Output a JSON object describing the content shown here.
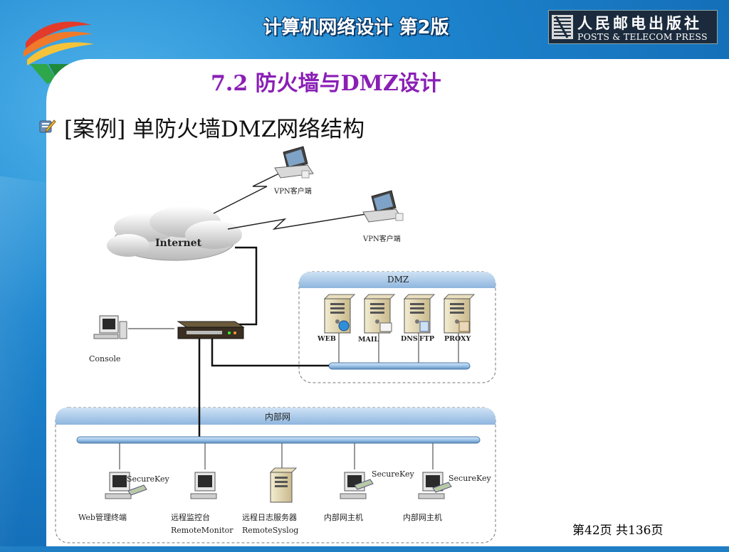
{
  "header": {
    "book_title": "计算机网络设计  第2版",
    "publisher_cn": "人民邮电出版社",
    "publisher_en": "POSTS & TELECOM PRESS"
  },
  "slide": {
    "section_title": "7.2  防火墙与DMZ设计",
    "case_label": "[案例]  单防火墙DMZ网络结构"
  },
  "diagram": {
    "internet_label": "Internet",
    "vpn_client_1": "VPN客户端",
    "vpn_client_2": "VPN客户端",
    "console_label": "Console",
    "dmz_label": "DMZ",
    "dmz_servers": [
      "WEB",
      "MAIL",
      "DNS",
      "FTP",
      "PROXY"
    ],
    "internal_label": "内部网",
    "internal_nodes": [
      {
        "line1": "Web管理终端",
        "line2": ""
      },
      {
        "line1": "远程监控台",
        "line2": "RemoteMonitor"
      },
      {
        "line1": "远程日志服务器",
        "line2": "RemoteSyslog"
      },
      {
        "line1": "内部网主机",
        "line2": ""
      },
      {
        "line1": "内部网主机",
        "line2": ""
      }
    ],
    "securekey_1": "SecureKey",
    "securekey_2": "SecureKey",
    "securekey_3": "SecureKey"
  },
  "footer": {
    "page_info": "第42页 共136页"
  },
  "colors": {
    "section_title": "#8a1fb5",
    "background_blue": "#1e86cf",
    "bus_blue": "#9cc3e8"
  }
}
